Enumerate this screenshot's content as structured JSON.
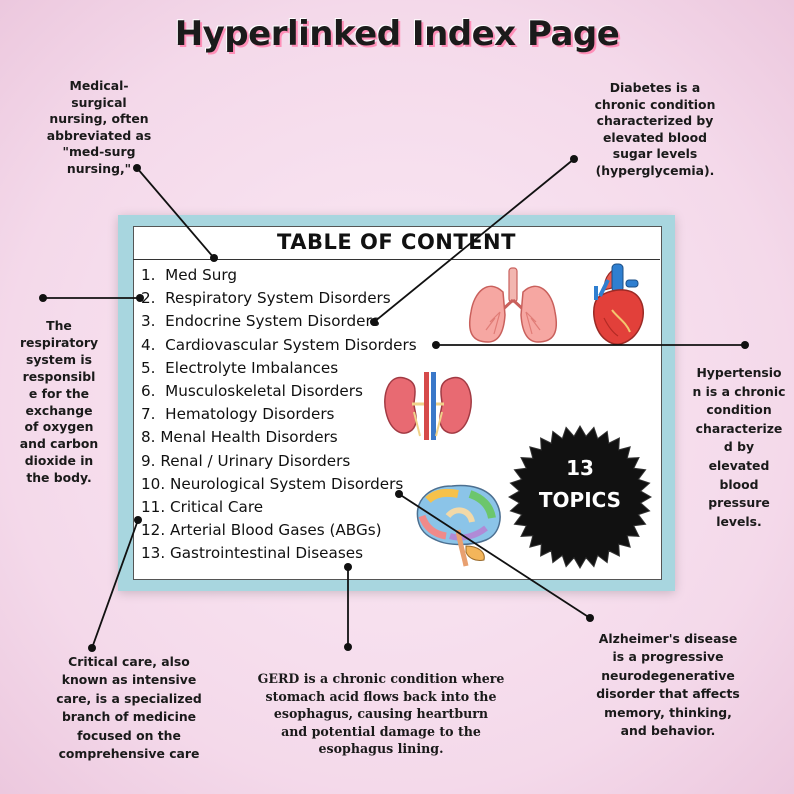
{
  "page_title": "Hyperlinked Index Page",
  "card": {
    "heading": "TABLE OF CONTENT",
    "items": [
      {
        "num": "1.",
        "label": "Med Surg"
      },
      {
        "num": "2.",
        "label": "Respiratory System Disorders"
      },
      {
        "num": "3.",
        "label": "Endocrine System Disorders"
      },
      {
        "num": "4.",
        "label": "Cardiovascular System Disorders"
      },
      {
        "num": "5.",
        "label": "Electrolyte Imbalances"
      },
      {
        "num": "6.",
        "label": "Musculoskeletal Disorders"
      },
      {
        "num": "7.",
        "label": "Hematology Disorders"
      },
      {
        "num": "8.",
        "label": "Menal Health Disorders"
      },
      {
        "num": "9.",
        "label": "Renal / Urinary Disorders"
      },
      {
        "num": "10.",
        "label": "Neurological System Disorders"
      },
      {
        "num": "11.",
        "label": "Critical Care"
      },
      {
        "num": "12.",
        "label": "Arterial Blood Gases (ABGs)"
      },
      {
        "num": "13.",
        "label": "Gastrointestinal Diseases"
      }
    ],
    "badge": {
      "count": "13",
      "label": "TOPICS"
    }
  },
  "notes": {
    "med_surg": [
      "Medical-",
      "surgical",
      "nursing, often",
      "abbreviated as",
      "\"med-surg",
      "nursing,\""
    ],
    "diabetes": [
      "Diabetes is a",
      "chronic condition",
      "characterized by",
      "elevated blood",
      "sugar levels",
      "(hyperglycemia)."
    ],
    "respiratory": [
      "The",
      "respiratory",
      "system is",
      "responsibl",
      "e for the",
      "exchange",
      "of oxygen",
      "and carbon",
      "dioxide in",
      "the body."
    ],
    "hypertension": [
      "Hypertensio",
      "n is a chronic",
      "condition",
      "characterize",
      "d by",
      "elevated",
      "blood",
      "pressure",
      "levels."
    ],
    "critical_care": [
      "Critical care, also",
      "known as intensive",
      "care, is a specialized",
      "branch of medicine",
      "focused on the",
      "comprehensive care"
    ],
    "gerd": [
      "GERD is a chronic condition where",
      "stomach acid flows back into the",
      "esophagus, causing heartburn",
      "and potential damage to the",
      "esophagus lining."
    ],
    "alzheimers": [
      "Alzheimer's disease",
      "is a progressive",
      "neurodegenerative",
      "disorder that affects",
      "memory, thinking,",
      "and behavior."
    ]
  },
  "icons": [
    "lungs-icon",
    "heart-icon",
    "kidneys-icon",
    "brain-icon"
  ],
  "colors": {
    "card_border": "#a8d6df",
    "badge": "#111111",
    "background": "#f4d9ea"
  }
}
